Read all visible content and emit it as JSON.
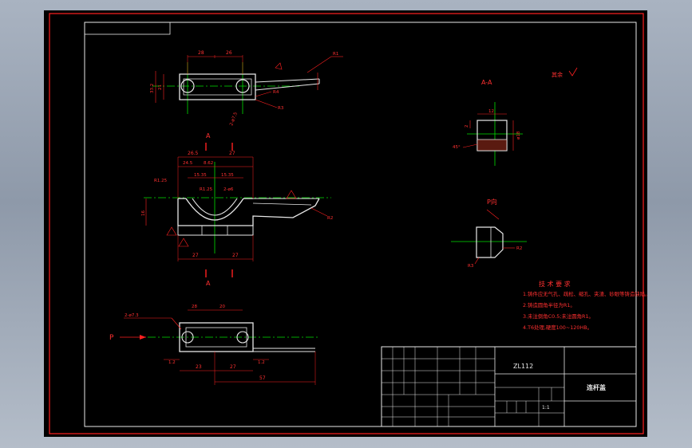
{
  "drawing": {
    "roughness_note": "其余",
    "section_label": "A-A",
    "view_label": "P向",
    "cut_a_top": "A",
    "cut_a_bottom": "A",
    "direction_p": "P",
    "top_view_dims": [
      "28",
      "26",
      "R1",
      "R4",
      "R3",
      "21",
      "33.2",
      "2-ø7.5"
    ],
    "front_view_dims": [
      "26.5",
      "27",
      "24.5",
      "8.62",
      "15.35",
      "15.35",
      "R1.25",
      "2-ø6",
      "R1.25",
      "27",
      "27",
      "R2",
      "16"
    ],
    "bottom_view_dims": [
      "2-ø7.3",
      "28",
      "20",
      "1.2",
      "23",
      "27",
      "1.2",
      "57"
    ],
    "section_dims": [
      "12",
      "2",
      "ø18",
      "45°"
    ],
    "p_view_dims": [
      "R2",
      "R3"
    ]
  },
  "tech_notes": {
    "title": "技 术 要 求",
    "lines": [
      "1.铸件应无气孔、疏松、缩孔、夹渣、砂眼等铸造缺陷。",
      "2.铸造圆角半径为R1。",
      "3.未注倒角C0.5;未注圆角R1。",
      "4.T6处理,硬度100~120HB。"
    ]
  },
  "title_block": {
    "code": "ZL112",
    "name": "连杆盖",
    "scale": "1:1"
  }
}
